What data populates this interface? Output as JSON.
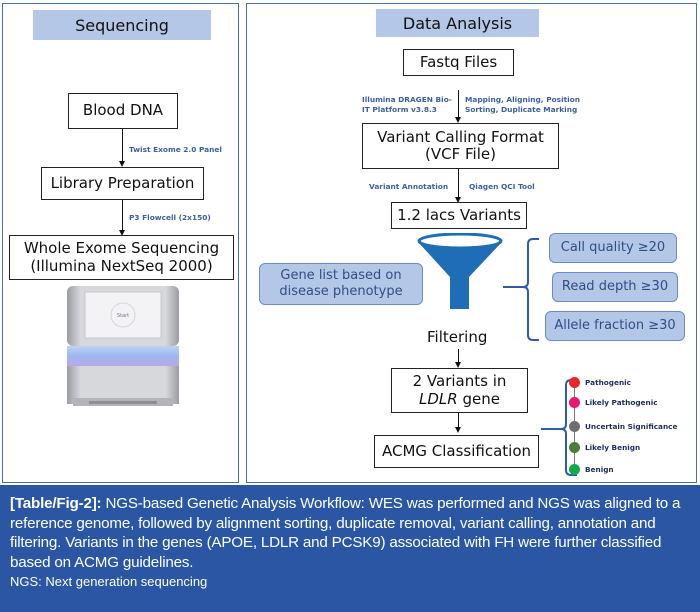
{
  "sequencing": {
    "header": "Sequencing",
    "steps": [
      "Blood DNA",
      "Library Preparation",
      "Whole Exome Sequencing",
      "(Illumina NextSeq 2000)"
    ],
    "arrow_labels": [
      "Twist Exome 2.0 Panel",
      "P3 Flowcell (2x150)"
    ],
    "machine_screen_label": "Start"
  },
  "analysis": {
    "header": "Data Analysis",
    "fastq": "Fastq Files",
    "dragen_label": [
      "Illumina DRAGEN Bio-",
      "IT Platform v3.8.3"
    ],
    "mapping_label": [
      "Mapping, Aligning, Position",
      "Sorting, Duplicate Marking"
    ],
    "vcf": [
      "Variant Calling Format",
      "(VCF File)"
    ],
    "annotation_label": "Variant Annotation",
    "qci_label": "Qiagen QCI Tool",
    "variants_count": "1.2 lacs Variants",
    "gene_list": [
      "Gene list based on",
      "disease  phenotype"
    ],
    "filters": [
      "Call quality ≥20",
      "Read depth ≥30",
      "Allele fraction ≥30"
    ],
    "filtering_label": "Filtering",
    "result": [
      "2 Variants in",
      "LDLR",
      " gene"
    ],
    "acmg": "ACMG Classification",
    "classes": [
      {
        "label": "Pathogenic",
        "color": "#e8272a"
      },
      {
        "label": "Likely Pathogenic",
        "color": "#e6186f"
      },
      {
        "label": "Uncertain Significance",
        "color": "#6f6f73"
      },
      {
        "label": "Likely Benign",
        "color": "#4b7d3a"
      },
      {
        "label": "Benign",
        "color": "#15a84b"
      }
    ],
    "funnel_color": "#1f6db5"
  },
  "caption": {
    "lead": "[Table/Fig-2]:",
    "text": " NGS-based Genetic Analysis Workflow: WES was performed and NGS was aligned to a reference genome, followed by alignment sorting, duplicate removal, variant calling, annotation and filtering. Variants in the genes (APOE, LDLR and PCSK9) associated with FH were further classified based on ACMG guidelines.",
    "note": "NGS: Next generation sequencing"
  }
}
